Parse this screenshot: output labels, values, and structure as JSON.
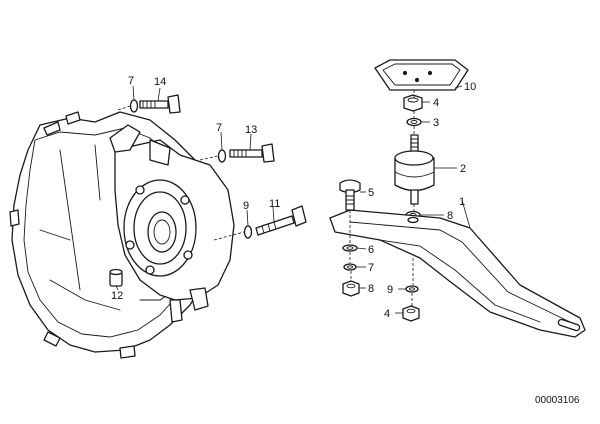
{
  "callouts": {
    "c1": "1",
    "c2": "2",
    "c3": "3",
    "c4": "4",
    "c5": "5",
    "c6": "6",
    "c7_top": "7",
    "c7_mid": "7",
    "c7_low": "7",
    "c8_right": "8",
    "c8_low": "8",
    "c9_right": "9",
    "c9_low": "9",
    "c4_low": "4",
    "c10": "10",
    "c11": "11",
    "c12": "12",
    "c13": "13",
    "c14": "14"
  },
  "doc_id": "00003106"
}
